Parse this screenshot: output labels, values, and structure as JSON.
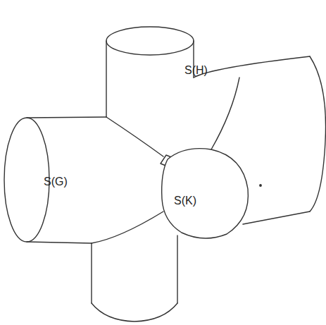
{
  "diagram": {
    "labels": [
      "S(H)",
      "S(G)",
      "S(K)"
    ]
  }
}
